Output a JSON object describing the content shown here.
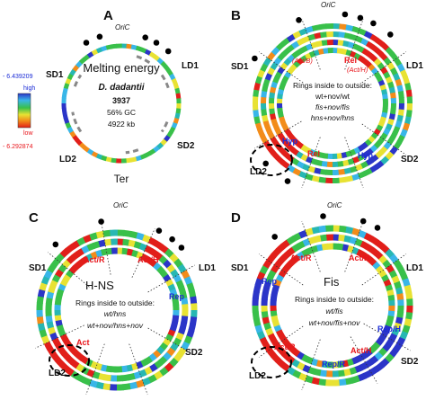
{
  "legend": {
    "max_value": "- 6.439209",
    "high_label": "high",
    "low_label": "low",
    "min_value": "- 6.292874",
    "high_color": "#2b35c8",
    "low_color": "#e11f1a"
  },
  "common": {
    "oric": "OriC",
    "ter": "Ter",
    "sd1": "SD1",
    "ld1": "LD1",
    "sd2": "SD2",
    "ld2": "LD2"
  },
  "panels": {
    "a": {
      "letter": "A",
      "center_title": "Melting energy",
      "species": "D. dadantii",
      "strain": "3937",
      "gc": "56% GC",
      "size": "4922 kb"
    },
    "b": {
      "letter": "B",
      "act_b": "(Act/B)",
      "rel_top": "Rel",
      "act_h": "(Act/H)",
      "rings_line1": "Rings inside to outside:",
      "rings_line2": "wt+nov/wt",
      "rings_line3": "fis+nov/fis",
      "rings_line4": "hns+nov/hns",
      "hyp_left": "Hyp",
      "rel_bottom": "Rel",
      "hyp_right": "Hyp"
    },
    "c": {
      "letter": "C",
      "act_r": "Act/R",
      "act_h": "Act/H",
      "center_title": "H-NS",
      "rep": "Rep",
      "rings_line1": "Rings inside to outside:",
      "rings_line2": "wt/hns",
      "rings_line3": "wt+nov/hns+nov",
      "act": "Act"
    },
    "d": {
      "letter": "D",
      "act_r_top": "Act/R",
      "act_h_top": "Act/H",
      "center_title": "Fis",
      "rep": "Rep",
      "rings_line1": "Rings inside to outside:",
      "rings_line2": "wt/fis",
      "rings_line3": "wt+nov/fis+nov",
      "rep_h": "Rep/H",
      "act_r_bottom": "Act/R",
      "act_h_bottom": "Act/H",
      "rep_r": "Rep/R"
    }
  },
  "palette": {
    "red": "#e11f1a",
    "orange": "#f28c1a",
    "yellow": "#e8e233",
    "green": "#39c04a",
    "teal": "#27b7b3",
    "cyan": "#39b6e8",
    "blue": "#2b35c8"
  }
}
